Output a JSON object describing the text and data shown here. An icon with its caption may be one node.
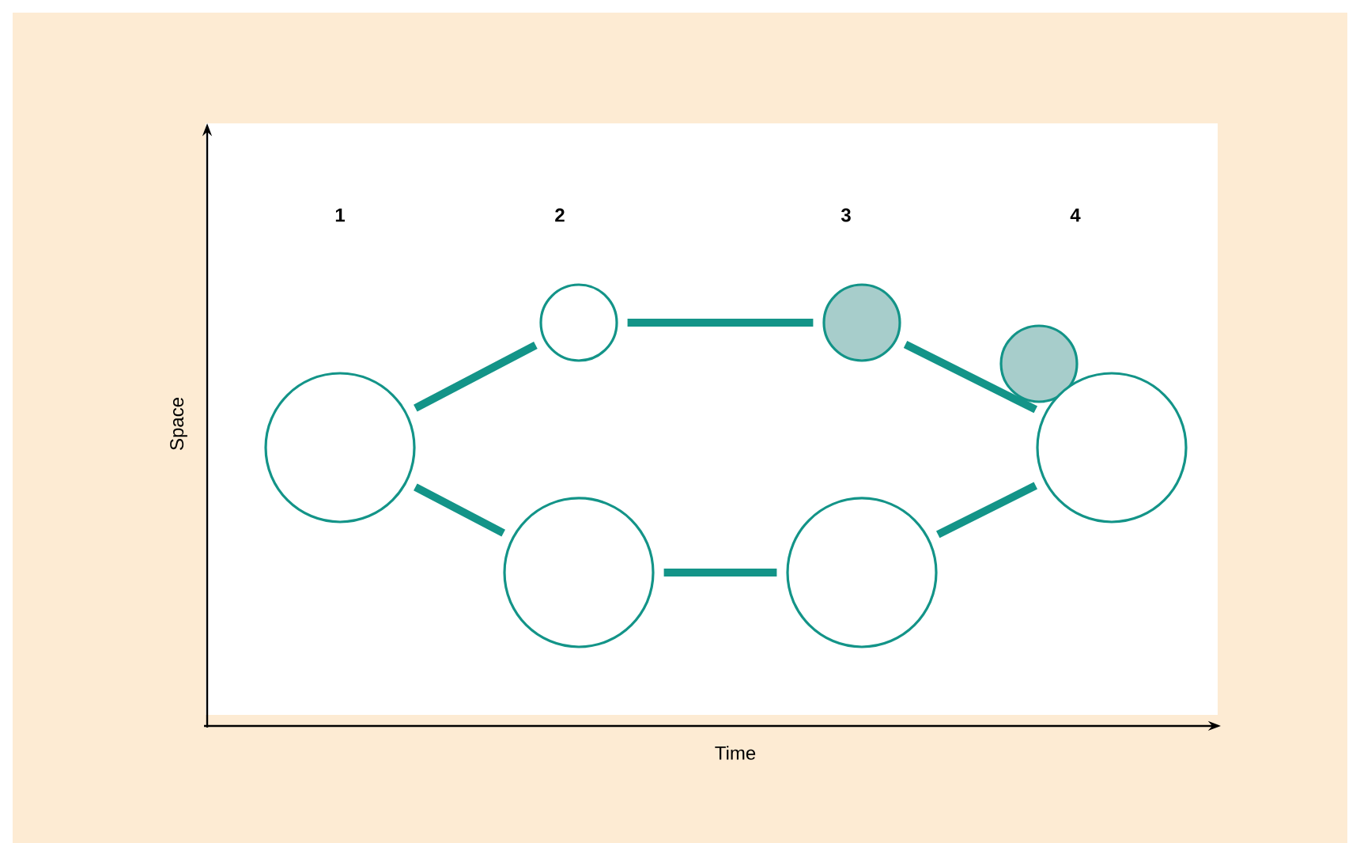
{
  "diagram": {
    "nodes": [
      {
        "text": [],
        "shape": "circle"
      },
      {
        "text": [],
        "shape": "circle"
      },
      {
        "text": [],
        "shape": "circle"
      },
      {
        "text": [],
        "shape": "circle"
      },
      {
        "text": [],
        "shape": "circle"
      },
      {
        "text": [],
        "shape": "circle"
      },
      {
        "text": [],
        "shape": "circle"
      }
    ],
    "edges": [
      {
        "from": 0,
        "to": 1,
        "arrow": "none"
      },
      {
        "from": 0,
        "to": 2,
        "arrow": "none"
      },
      {
        "from": 1,
        "to": 3,
        "arrow": "none"
      },
      {
        "from": 2,
        "to": 4,
        "arrow": "none"
      },
      {
        "from": 3,
        "to": 6,
        "arrow": "none"
      },
      {
        "from": 4,
        "to": 6,
        "arrow": "none"
      }
    ],
    "labels": [
      "1",
      "2",
      "3",
      "4",
      "Space",
      "Time"
    ]
  }
}
